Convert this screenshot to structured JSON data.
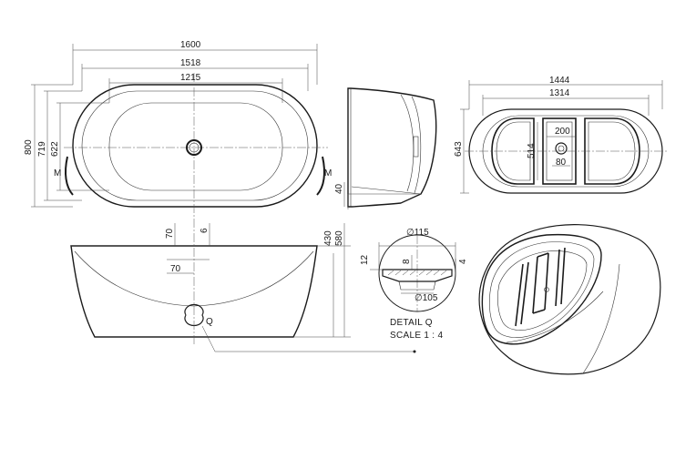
{
  "top_view": {
    "dim_overall_width": "1600",
    "dim_outer_width": "1518",
    "dim_inner_width": "1215",
    "dim_overall_depth": "800",
    "dim_outer_depth": "719",
    "dim_inner_depth": "622",
    "mark_left": "M",
    "mark_right": "M"
  },
  "side_view": {
    "dim_base": "40"
  },
  "front_view": {
    "dim_offset_a": "70",
    "dim_offset_b": "6",
    "dim_drain_x": "70",
    "dim_water_depth": "430",
    "dim_height": "580",
    "detail_ref": "Q"
  },
  "detail": {
    "dim_top_diameter": "∅115",
    "dim_flange": "12",
    "dim_step": "8",
    "dim_lip": "4",
    "dim_bottom_diameter": "∅105",
    "title": "DETAIL Q",
    "scale": "SCALE 1 : 4"
  },
  "accessory_top": {
    "dim_outer": "1444",
    "dim_inner": "1314",
    "dim_depth": "643",
    "dim_rail": "514",
    "dim_spacing": "200",
    "dim_slot": "80"
  }
}
